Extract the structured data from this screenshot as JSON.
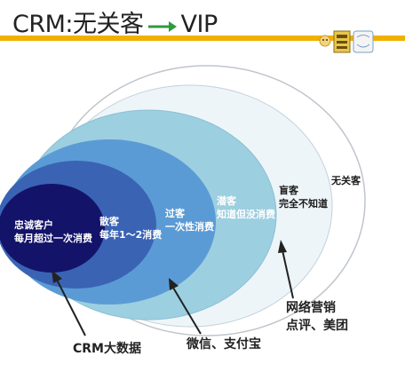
{
  "title": {
    "left": "CRM:无关客",
    "right": "VIP"
  },
  "rings": [
    {
      "id": "loyal",
      "line1": "忠诚客户",
      "line2": "每月超过一次消费",
      "color": "#14136a"
    },
    {
      "id": "casual",
      "line1": "散客",
      "line2": "每年1～2消费",
      "color": "#3a63b4"
    },
    {
      "id": "passerby",
      "line1": "过客",
      "line2": "一次性消费",
      "color": "#5b9bd5"
    },
    {
      "id": "latent",
      "line1": "潜客",
      "line2": "知道但没消费",
      "color": "#9ccfe0"
    },
    {
      "id": "blind",
      "line1": "盲客",
      "line2": "完全不知道",
      "color": "#eef5f9"
    },
    {
      "id": "irrelevant",
      "line1": "无关客",
      "line2": "",
      "color": "#ffffff"
    }
  ],
  "callouts": {
    "crm": "CRM大数据",
    "payment": "微信、支付宝",
    "network_line1": "网络营销",
    "network_line2": "点评、美团"
  },
  "colors": {
    "accent_bar": "#f0b000",
    "arrow_green": "#2e9b3d"
  }
}
